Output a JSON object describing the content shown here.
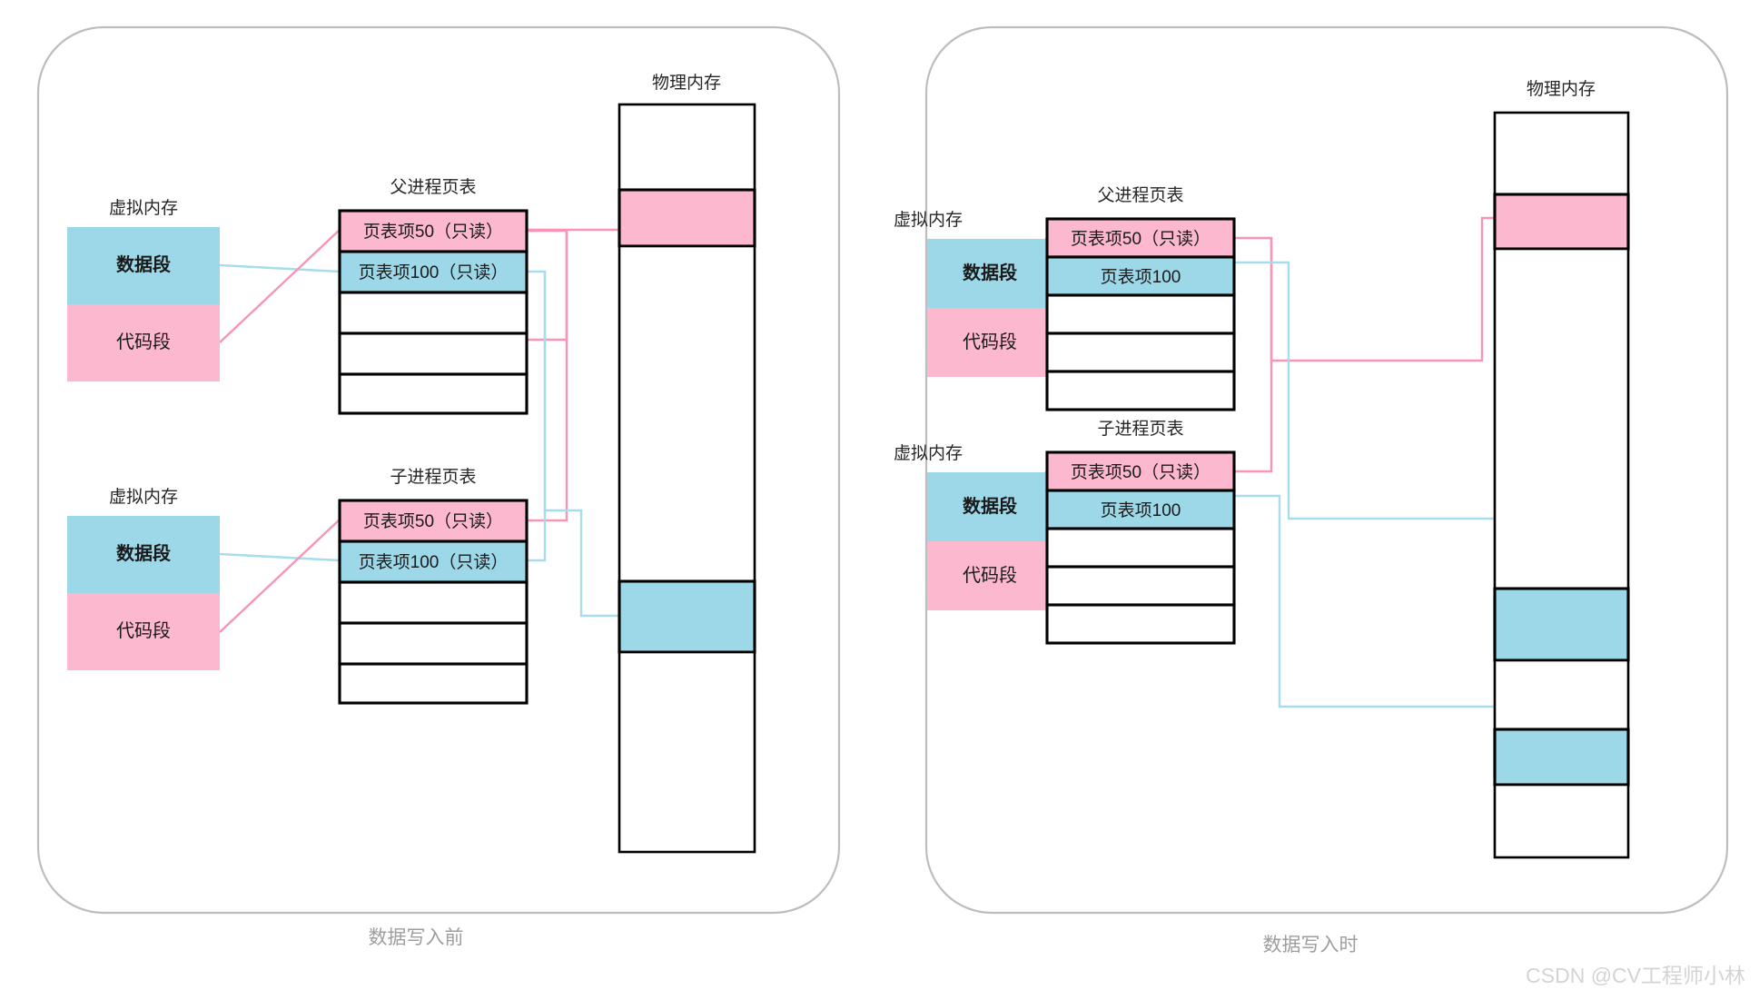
{
  "colors": {
    "pink": "#FBB8CE",
    "blue": "#9DD8E8",
    "pink_line": "#F993B8",
    "blue_line": "#A6DCEC",
    "block_border": "#000000",
    "panel_border": "#BDBDBD",
    "caption_text": "#9E9E9E",
    "body_text": "#1A1A1A",
    "watermark": "#D4D4D4",
    "background": "#FFFFFF"
  },
  "watermark": "CSDN @CV工程师小林",
  "panels": [
    {
      "id": "before-write",
      "caption": "数据写入前",
      "virtual_memory": [
        {
          "title": "虚拟内存",
          "segments": [
            {
              "label": "数据段",
              "color": "blue",
              "bold": true
            },
            {
              "label": "代码段",
              "color": "pink",
              "bold": false
            }
          ]
        },
        {
          "title": "虚拟内存",
          "segments": [
            {
              "label": "数据段",
              "color": "blue",
              "bold": true
            },
            {
              "label": "代码段",
              "color": "pink",
              "bold": false
            }
          ]
        }
      ],
      "page_tables": [
        {
          "title": "父进程页表",
          "rows": [
            {
              "label": "页表项50（只读）",
              "color": "pink"
            },
            {
              "label": "页表项100（只读）",
              "color": "blue"
            },
            {
              "label": "",
              "color": "white"
            },
            {
              "label": "",
              "color": "white"
            },
            {
              "label": "",
              "color": "white"
            }
          ]
        },
        {
          "title": "子进程页表",
          "rows": [
            {
              "label": "页表项50（只读）",
              "color": "pink"
            },
            {
              "label": "页表项100（只读）",
              "color": "blue"
            },
            {
              "label": "",
              "color": "white"
            },
            {
              "label": "",
              "color": "white"
            },
            {
              "label": "",
              "color": "white"
            }
          ]
        }
      ],
      "physical_memory": {
        "title": "物理内存",
        "frames": [
          {
            "color": "white"
          },
          {
            "color": "pink"
          },
          {
            "color": "white"
          },
          {
            "color": "blue"
          },
          {
            "color": "white"
          }
        ]
      }
    },
    {
      "id": "during-write",
      "caption": "数据写入时",
      "virtual_memory": [
        {
          "title": "虚拟内存",
          "segments": [
            {
              "label": "数据段",
              "color": "blue",
              "bold": true
            },
            {
              "label": "代码段",
              "color": "pink",
              "bold": false
            }
          ]
        },
        {
          "title": "虚拟内存",
          "segments": [
            {
              "label": "数据段",
              "color": "blue",
              "bold": true
            },
            {
              "label": "代码段",
              "color": "pink",
              "bold": false
            }
          ]
        }
      ],
      "page_tables": [
        {
          "title": "父进程页表",
          "rows": [
            {
              "label": "页表项50（只读）",
              "color": "pink"
            },
            {
              "label": "页表项100",
              "color": "blue"
            },
            {
              "label": "",
              "color": "white"
            },
            {
              "label": "",
              "color": "white"
            },
            {
              "label": "",
              "color": "white"
            }
          ]
        },
        {
          "title": "子进程页表",
          "rows": [
            {
              "label": "页表项50（只读）",
              "color": "pink"
            },
            {
              "label": "页表项100",
              "color": "blue"
            },
            {
              "label": "",
              "color": "white"
            },
            {
              "label": "",
              "color": "white"
            },
            {
              "label": "",
              "color": "white"
            }
          ]
        }
      ],
      "physical_memory": {
        "title": "物理内存",
        "frames": [
          {
            "color": "white"
          },
          {
            "color": "pink"
          },
          {
            "color": "white"
          },
          {
            "color": "blue"
          },
          {
            "color": "white"
          },
          {
            "color": "blue"
          },
          {
            "color": "white"
          }
        ]
      }
    }
  ]
}
